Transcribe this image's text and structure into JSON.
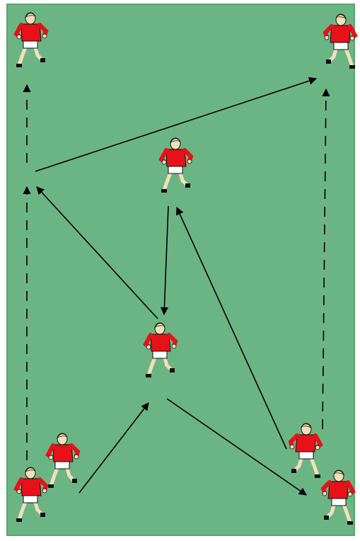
{
  "diagram": {
    "colors": {
      "pitch": "#6bb584",
      "pitch_border": "#5aa372",
      "background": "#ffffff",
      "shirt": "#e8111a",
      "shorts": "#ffffff",
      "skin": "#f2e0b8",
      "hair": "#f0e6a8",
      "boots": "#111111",
      "line": "#000000"
    },
    "players": [
      {
        "id": "top-left"
      },
      {
        "id": "top-right"
      },
      {
        "id": "middle-upper"
      },
      {
        "id": "center"
      },
      {
        "id": "bottom-left-back"
      },
      {
        "id": "bottom-left-front"
      },
      {
        "id": "bottom-right-back"
      },
      {
        "id": "bottom-right-front"
      }
    ],
    "pass_arrows": [
      {
        "from": "bottom-left-back",
        "to": "center"
      },
      {
        "from": "center",
        "to": "bottom-right-front"
      },
      {
        "from": "bottom-right-back",
        "to": "middle-upper"
      },
      {
        "from": "middle-upper",
        "to": "center"
      },
      {
        "from": "center",
        "to": "left-channel"
      },
      {
        "from": "left-channel",
        "to": "top-right"
      }
    ],
    "run_arrows": [
      {
        "from": "bottom-left-front",
        "to": "left-channel"
      },
      {
        "from": "left-channel",
        "to": "top-left"
      },
      {
        "from": "bottom-right-back",
        "to": "top-right"
      }
    ]
  }
}
